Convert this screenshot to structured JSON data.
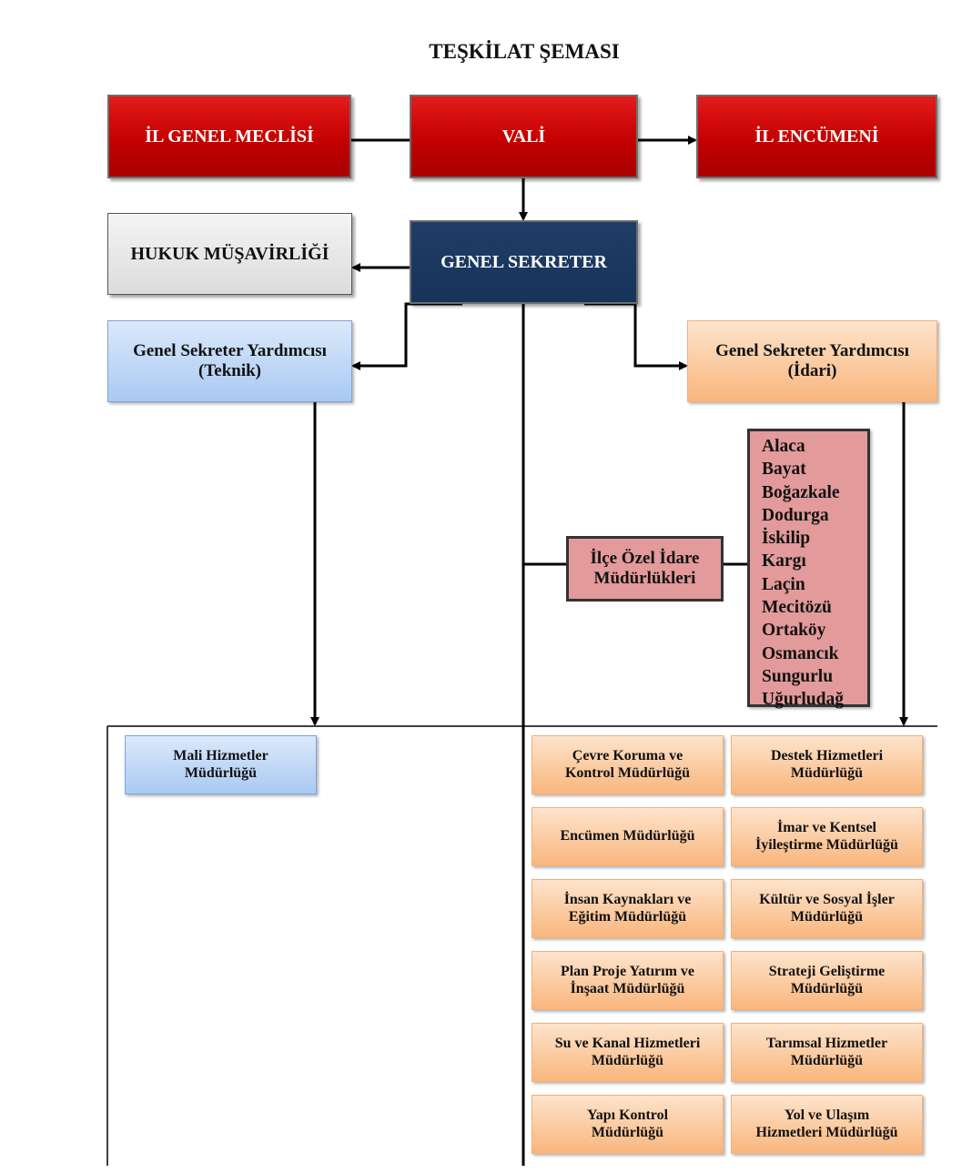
{
  "title": "TEŞKİLAT ŞEMASI",
  "top_row": {
    "meclis": "İL GENEL MECLİSİ",
    "vali": "VALİ",
    "encumen": "İL ENCÜMENİ"
  },
  "hukuk": "HUKUK MÜŞAVİRLİĞİ",
  "genel_sekreter": "GENEL SEKRETER",
  "yardimci_teknik": {
    "line1": "Genel Sekreter Yardımcısı",
    "line2": "(Teknik)"
  },
  "yardimci_idari": {
    "line1": "Genel Sekreter Yardımcısı",
    "line2": "(İdari)"
  },
  "ilce_ozel_idare": {
    "line1": "İlçe Özel İdare",
    "line2": "Müdürlükleri"
  },
  "districts": [
    "Alaca",
    "Bayat",
    "Boğazkale",
    "Dodurga",
    "İskilip",
    "Kargı",
    "Laçin",
    "Mecitözü",
    "Ortaköy",
    "Osmancık",
    "Sungurlu",
    "Uğurludağ"
  ],
  "mali": {
    "line1": "Mali Hizmetler",
    "line2": "Müdürlüğü"
  },
  "departments": [
    {
      "line1": "Çevre Koruma ve",
      "line2": "Kontrol Müdürlüğü"
    },
    {
      "line1": "Destek Hizmetleri",
      "line2": "Müdürlüğü"
    },
    {
      "line1": "Encümen Müdürlüğü",
      "line2": ""
    },
    {
      "line1": "İmar ve Kentsel",
      "line2": "İyileştirme Müdürlüğü"
    },
    {
      "line1": "İnsan Kaynakları ve",
      "line2": "Eğitim Müdürlüğü"
    },
    {
      "line1": "Kültür ve Sosyal İşler",
      "line2": "Müdürlüğü"
    },
    {
      "line1": "Plan Proje Yatırım ve",
      "line2": "İnşaat Müdürlüğü"
    },
    {
      "line1": "Strateji Geliştirme",
      "line2": "Müdürlüğü"
    },
    {
      "line1": "Su ve Kanal Hizmetleri",
      "line2": "Müdürlüğü"
    },
    {
      "line1": "Tarımsal Hizmetler",
      "line2": "Müdürlüğü"
    },
    {
      "line1": "Yapı Kontrol",
      "line2": "Müdürlüğü"
    },
    {
      "line1": "Yol ve Ulaşım",
      "line2": "Hizmetleri Müdürlüğü"
    }
  ],
  "colors": {
    "red": "#c40000",
    "navy": "#17335a",
    "blue": "#a9c9f2",
    "orange": "#f9b67d",
    "pink": "#e39a9a"
  }
}
